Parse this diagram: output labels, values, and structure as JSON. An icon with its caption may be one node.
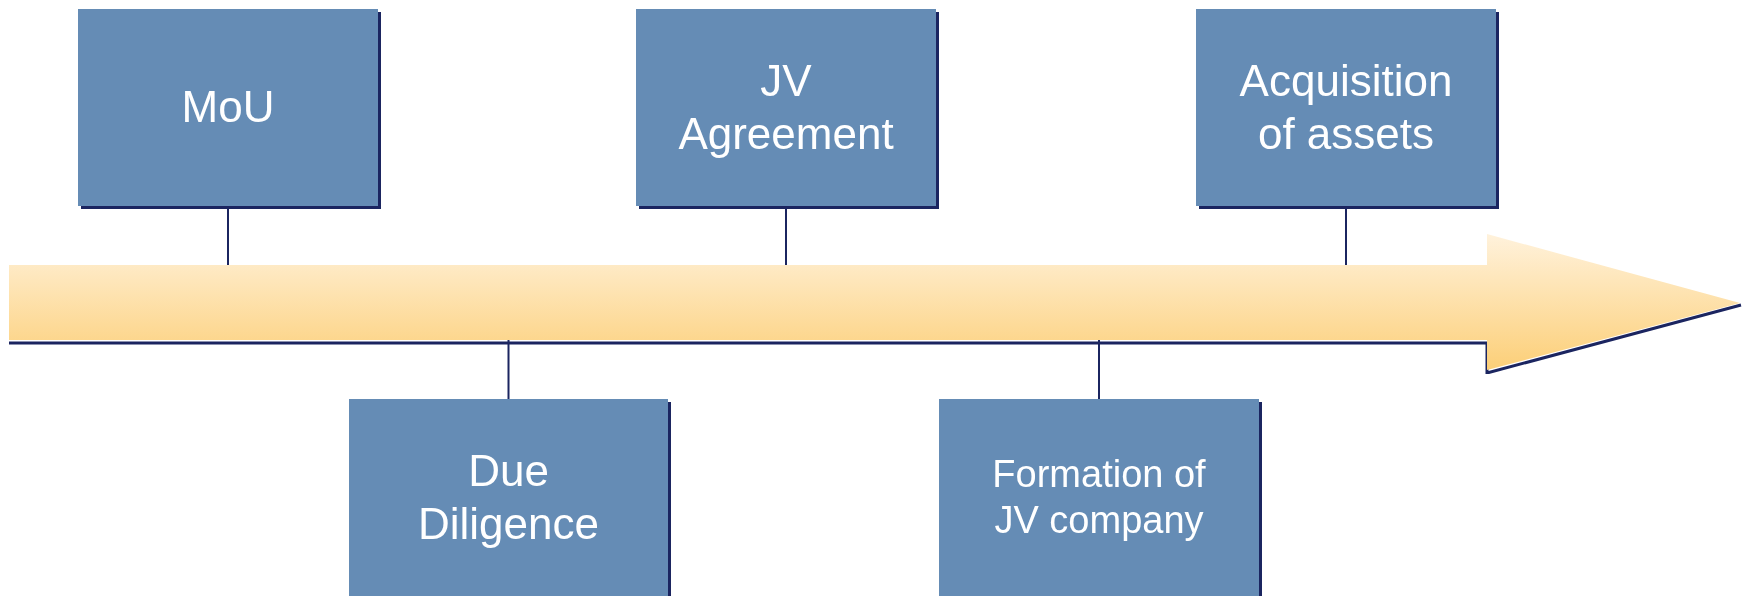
{
  "diagram": {
    "nodes": [
      {
        "text": [
          "MoU"
        ]
      },
      {
        "text": [
          "Due Diligence"
        ]
      },
      {
        "text": [
          "JV Agreement"
        ]
      },
      {
        "text": [
          "Formation of JV company"
        ]
      },
      {
        "text": [
          "Acquisition of assets"
        ]
      },
      {
        "text": [],
        "shape": "arrow"
      }
    ],
    "edges": [
      {
        "from": 0,
        "to": 5,
        "arrow": "none"
      },
      {
        "from": 1,
        "to": 5,
        "arrow": "none"
      },
      {
        "from": 2,
        "to": 5,
        "arrow": "none"
      },
      {
        "from": 3,
        "to": 5,
        "arrow": "none"
      },
      {
        "from": 4,
        "to": 5,
        "arrow": "none"
      }
    ]
  }
}
